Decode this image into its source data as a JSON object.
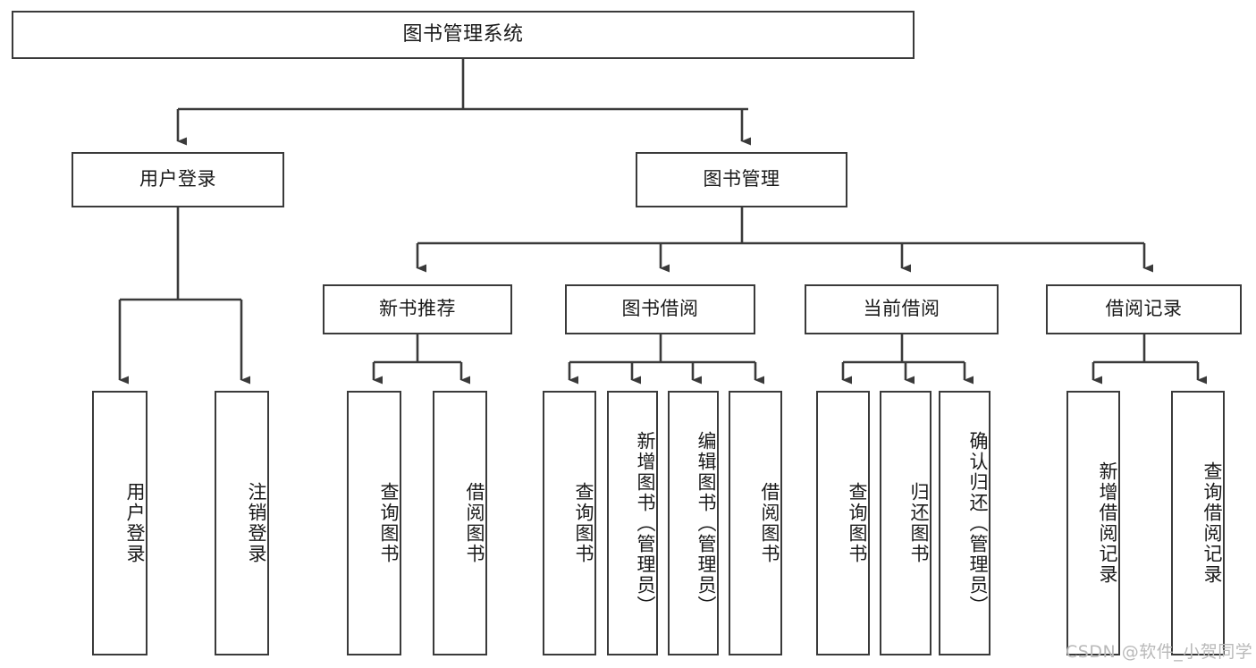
{
  "diagram": {
    "type": "tree",
    "title": "图书管理系统",
    "orientation": "top-down",
    "styles": {
      "stroke": "#3a3a3a",
      "fill": "#ffffff",
      "text": "#1a1a1a",
      "watermark_color": "#b9b9b9"
    },
    "root": {
      "label": "图书管理系统"
    },
    "level2": [
      {
        "label": "用户登录"
      },
      {
        "label": "图书管理"
      }
    ],
    "level3": [
      {
        "label": "新书推荐"
      },
      {
        "label": "图书借阅"
      },
      {
        "label": "当前借阅"
      },
      {
        "label": "借阅记录"
      }
    ],
    "leaves": {
      "user_login": [
        {
          "label": "用户登录"
        },
        {
          "label": "注销登录"
        }
      ],
      "new_book_recommend": [
        {
          "label": "查询图书"
        },
        {
          "label": "借阅图书"
        }
      ],
      "book_borrow": [
        {
          "label": "查询图书"
        },
        {
          "label": "新增图书（管理员）"
        },
        {
          "label": "编辑图书（管理员）"
        },
        {
          "label": "借阅图书"
        }
      ],
      "current_borrow": [
        {
          "label": "查询图书"
        },
        {
          "label": "归还图书"
        },
        {
          "label": "确认归还（管理员）"
        }
      ],
      "borrow_record": [
        {
          "label": "新增借阅记录"
        },
        {
          "label": "查询借阅记录"
        }
      ]
    }
  },
  "watermark": {
    "text": "CSDN @软件_小贺同学"
  }
}
